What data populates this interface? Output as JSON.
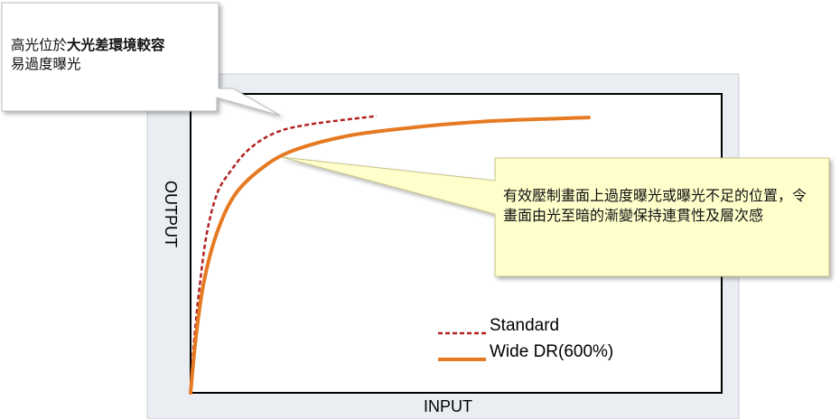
{
  "chart_data": {
    "type": "line",
    "xlabel": "INPUT",
    "ylabel": "OUTPUT",
    "grid": false,
    "legend_position": "lower-right",
    "series": [
      {
        "name": "Standard",
        "style": "dashed",
        "color": "#b22222",
        "points": [
          [
            0,
            0
          ],
          [
            1,
            15
          ],
          [
            3,
            35
          ],
          [
            6,
            57
          ],
          [
            10,
            72
          ],
          [
            15,
            80
          ],
          [
            22,
            88
          ],
          [
            32,
            94
          ],
          [
            45,
            97
          ],
          [
            70,
            100
          ]
        ]
      },
      {
        "name": "Wide DR(600%)",
        "style": "solid",
        "color": "#e67a22",
        "points": [
          [
            0,
            0
          ],
          [
            2,
            20
          ],
          [
            5,
            40
          ],
          [
            10,
            58
          ],
          [
            17,
            72
          ],
          [
            28,
            82
          ],
          [
            40,
            88
          ],
          [
            60,
            93
          ],
          [
            85,
            96
          ],
          [
            110,
            98
          ],
          [
            135,
            99
          ],
          [
            150,
            99.5
          ]
        ]
      }
    ],
    "xlim": [
      0,
      200
    ],
    "ylim": [
      0,
      108
    ],
    "annotations": [
      {
        "id": "highlight-overexposure",
        "text_plain": "高光位於",
        "text_bold": "大光差環境較容",
        "text_tail": "易過度曝光"
      },
      {
        "id": "wdr-benefit",
        "text": "有效壓制畫面上過度曝光或曝光不足的位置，令畫面由光至暗的漸變保持連貫性及層次感"
      }
    ]
  }
}
